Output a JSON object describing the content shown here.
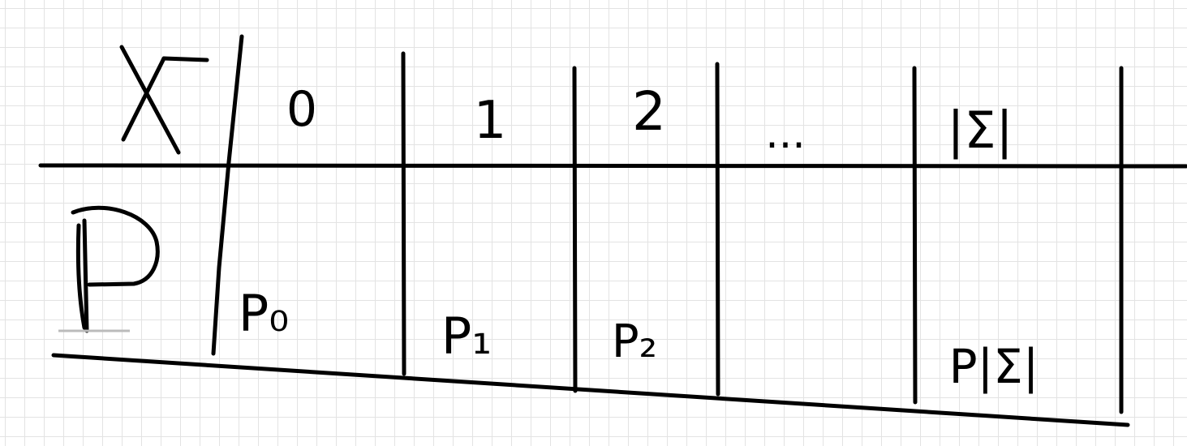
{
  "table": {
    "header_var": "X",
    "row_var": "P",
    "columns": [
      "0",
      "1",
      "2",
      "...",
      "|Σ|"
    ],
    "probabilities": [
      "P₀",
      "P₁",
      "P₂",
      "",
      "P|Σ|"
    ]
  },
  "colors": {
    "ink": "#000000",
    "grid": "#e3e3e3",
    "background": "#ffffff"
  }
}
